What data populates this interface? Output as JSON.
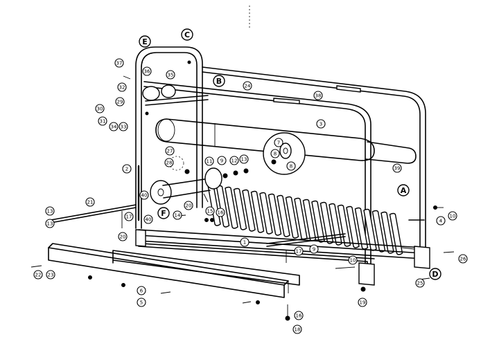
{
  "diagram": {
    "letter_callouts": [
      "A",
      "B",
      "C",
      "D",
      "E",
      "F"
    ],
    "number_callouts": [
      "1",
      "2",
      "3",
      "4",
      "5",
      "6",
      "7",
      "8",
      "9",
      "10",
      "11",
      "12",
      "13",
      "14",
      "15",
      "16",
      "17",
      "18",
      "19",
      "20",
      "21",
      "22",
      "23",
      "24",
      "25",
      "26",
      "27",
      "28",
      "29",
      "30",
      "31",
      "32",
      "33",
      "34",
      "35",
      "36",
      "37",
      "38",
      "39",
      "40"
    ]
  }
}
